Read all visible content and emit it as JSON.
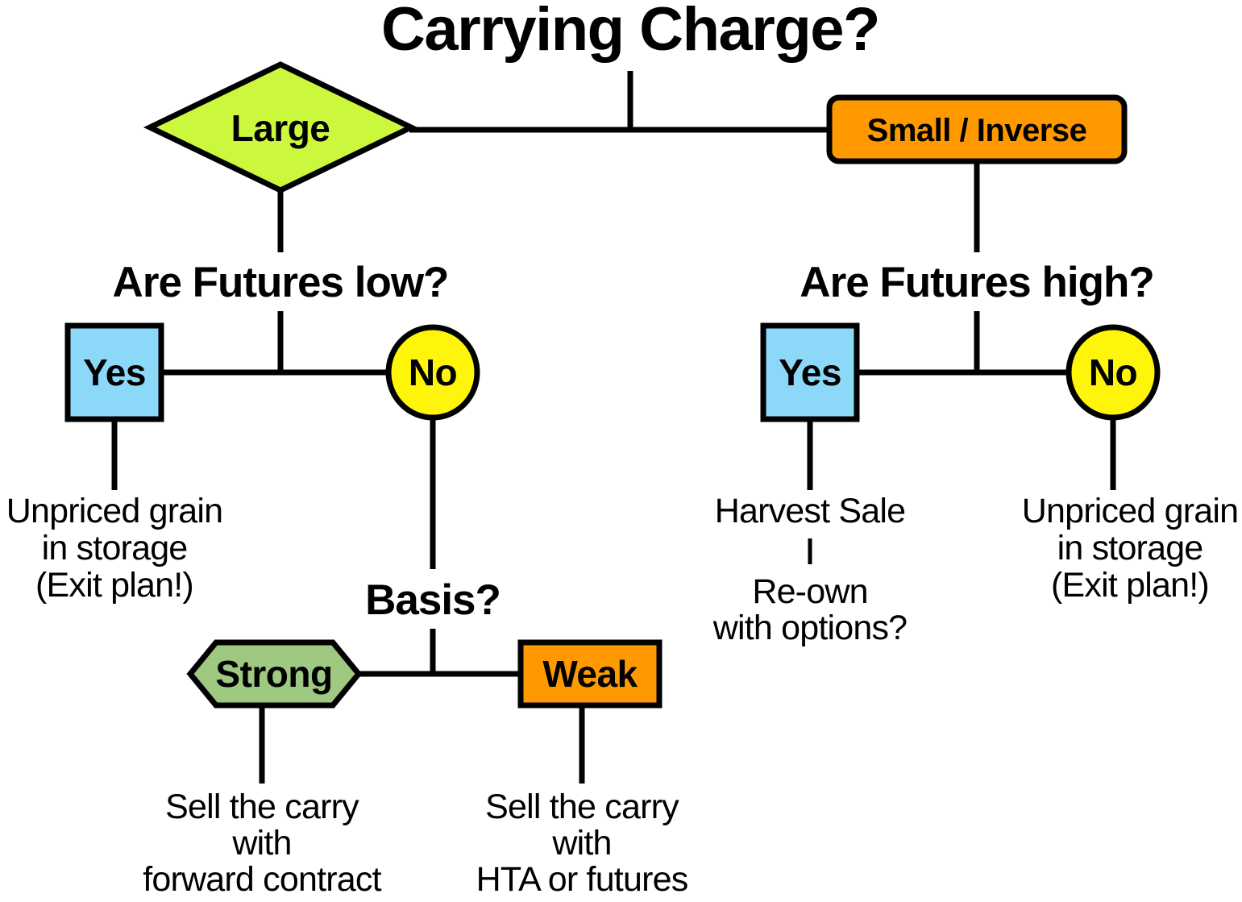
{
  "diagram": {
    "title": "Carrying Charge?",
    "type": "decision-tree-flowchart",
    "colors": {
      "green_diamond": "#CBF83C",
      "orange_box": "#FF9900",
      "blue_box": "#8CD8F8",
      "yellow_circle": "#FFF50A",
      "green_hexagon": "#9FC881",
      "stroke": "#000000",
      "background": "#FFFFFF"
    },
    "root": {
      "label": "Carrying Charge?"
    },
    "branches": [
      {
        "id": "large-branch",
        "decision_label": "Large",
        "decision_shape": "diamond",
        "decision_color": "#CBF83C",
        "question": "Are Futures low?",
        "options": [
          {
            "id": "futures-low-yes",
            "label": "Yes",
            "shape": "square",
            "color": "#8CD8F8",
            "outcome_lines": [
              "Unpriced grain",
              "in storage",
              "(Exit plan!)"
            ]
          },
          {
            "id": "futures-low-no",
            "label": "No",
            "shape": "circle",
            "color": "#FFF50A",
            "sub_question": "Basis?",
            "sub_options": [
              {
                "id": "basis-strong",
                "label": "Strong",
                "shape": "hexagon",
                "color": "#9FC881",
                "outcome_lines": [
                  "Sell the carry",
                  "with",
                  "forward contract"
                ]
              },
              {
                "id": "basis-weak",
                "label": "Weak",
                "shape": "rectangle",
                "color": "#FF9900",
                "outcome_lines": [
                  "Sell the carry",
                  "with",
                  "HTA or futures"
                ]
              }
            ]
          }
        ]
      },
      {
        "id": "small-inverse-branch",
        "decision_label": "Small / Inverse",
        "decision_shape": "rounded-rectangle",
        "decision_color": "#FF9900",
        "question": "Are Futures high?",
        "options": [
          {
            "id": "futures-high-yes",
            "label": "Yes",
            "shape": "square",
            "color": "#8CD8F8",
            "outcome_lines": [
              "Harvest Sale"
            ],
            "followup_lines": [
              "Re-own",
              "with options?"
            ]
          },
          {
            "id": "futures-high-no",
            "label": "No",
            "shape": "circle",
            "color": "#FFF50A",
            "outcome_lines": [
              "Unpriced grain",
              "in storage",
              "(Exit plan!)"
            ]
          }
        ]
      }
    ]
  }
}
